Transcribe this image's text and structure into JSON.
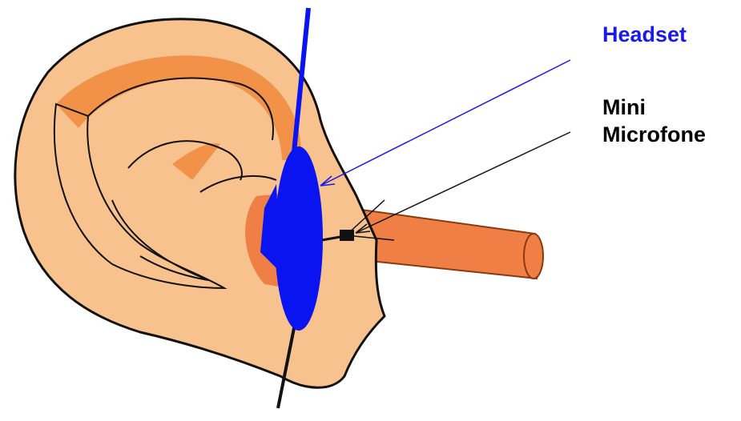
{
  "labels": {
    "headset": "Headset",
    "mic_line1": "Mini",
    "mic_line2": "Microfone"
  },
  "colors": {
    "headset_label": "#1a1ae6",
    "mic_label": "#000000",
    "skin": "#f8c28e",
    "skin_shadow": "#f08a3c",
    "ear_canal": "#ef7f45",
    "headset": "#0a14f0",
    "outline": "#000000"
  }
}
